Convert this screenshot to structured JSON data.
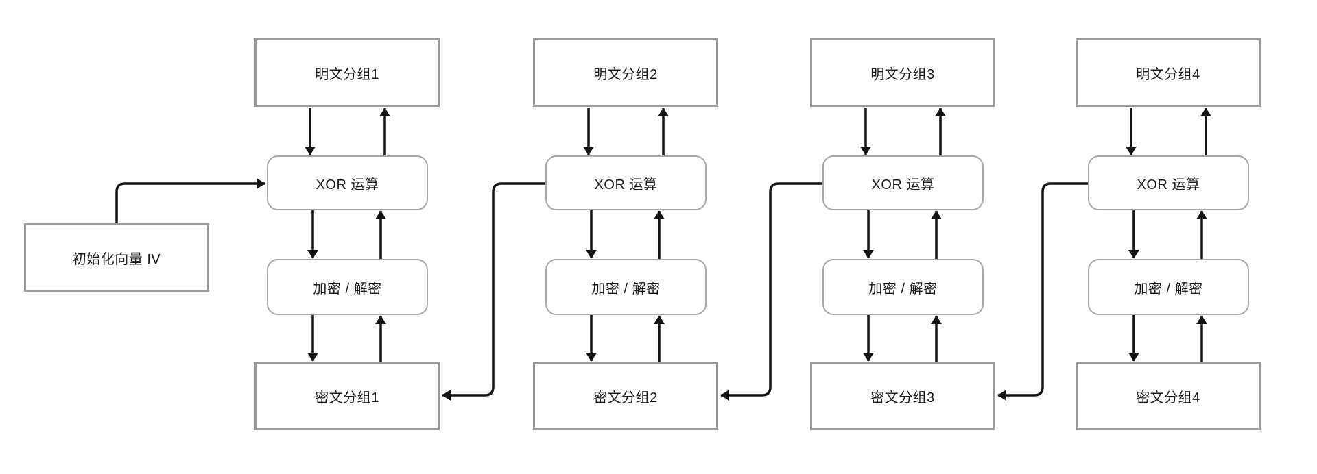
{
  "diagram": {
    "iv": {
      "label": "初始化向量 IV"
    },
    "columns": [
      {
        "plaintext": "明文分组1",
        "xor": "XOR 运算",
        "cipher": "加密 / 解密",
        "ciphertext": "密文分组1"
      },
      {
        "plaintext": "明文分组2",
        "xor": "XOR 运算",
        "cipher": "加密 / 解密",
        "ciphertext": "密文分组2"
      },
      {
        "plaintext": "明文分组3",
        "xor": "XOR 运算",
        "cipher": "加密 / 解密",
        "ciphertext": "密文分组3"
      },
      {
        "plaintext": "明文分组4",
        "xor": "XOR 运算",
        "cipher": "加密 / 解密",
        "ciphertext": "密文分组4"
      }
    ],
    "colors": {
      "background": "#ffffff",
      "rect_border": "#9a9a9a",
      "rounded_border": "#a8a8a8",
      "arrow": "#141414",
      "text": "#1a1a1a"
    }
  }
}
